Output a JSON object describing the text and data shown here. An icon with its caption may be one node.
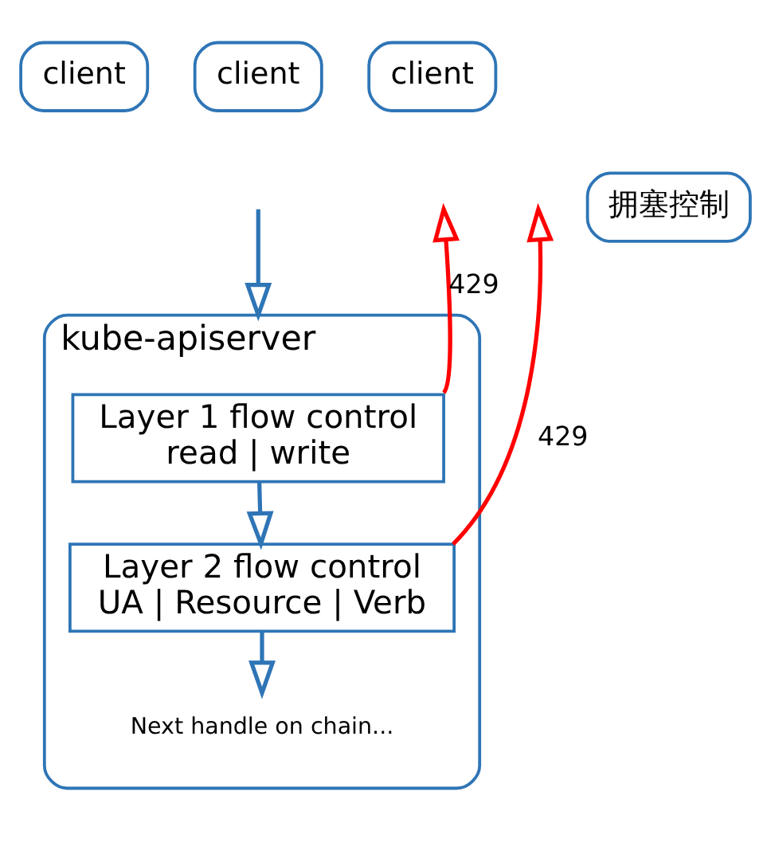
{
  "diagram": {
    "nodes": [
      {
        "text": [
          "client"
        ]
      },
      {
        "text": [
          "client"
        ]
      },
      {
        "text": [
          "client"
        ]
      },
      {
        "text": [
          "kube-apiserver"
        ]
      },
      {
        "text": [
          "拥塞控制"
        ]
      },
      {
        "text": [
          "Layer 1 flow control read | write"
        ],
        "in": 3
      },
      {
        "text": [
          "Layer 2 flow control UA | Resource | Verb"
        ],
        "in": 3
      },
      {
        "text": [
          "Next handle on chain..."
        ],
        "in": 3
      }
    ],
    "edges": [
      {
        "from": null,
        "to": 3,
        "arrow": "to"
      },
      {
        "from": 5,
        "to": null,
        "arrow": "to",
        "label": "429",
        "color": "#ff0000"
      },
      {
        "from": 6,
        "to": null,
        "arrow": "to",
        "label": "429",
        "color": "#ff0000"
      },
      {
        "from": 5,
        "to": 6,
        "arrow": "to"
      },
      {
        "from": 6,
        "to": 7,
        "arrow": "to"
      }
    ]
  }
}
